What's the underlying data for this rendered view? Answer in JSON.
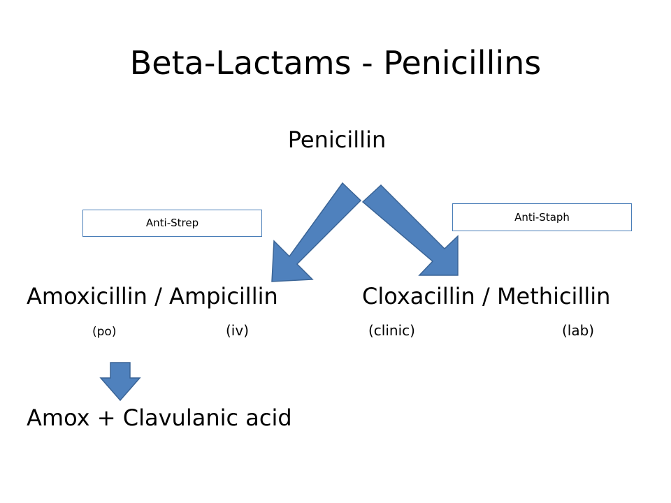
{
  "slide": {
    "title": "Beta-Lactams - Penicillins",
    "root": "Penicillin",
    "left_branch": {
      "label": "Amoxicillin / Ampicillin",
      "route_1": "(po)",
      "route_2": "(iv)",
      "tag": "Anti-Strep"
    },
    "right_branch": {
      "label": "Cloxacillin / Methicillin",
      "route_1": "(clinic)",
      "route_2": "(lab)",
      "tag": "Anti-Staph"
    },
    "derived": "Amox + Clavulanic acid"
  },
  "colors": {
    "arrow_fill": "#4f81bd",
    "arrow_stroke": "#3a6496",
    "tag_border": "#4a7eb8"
  }
}
